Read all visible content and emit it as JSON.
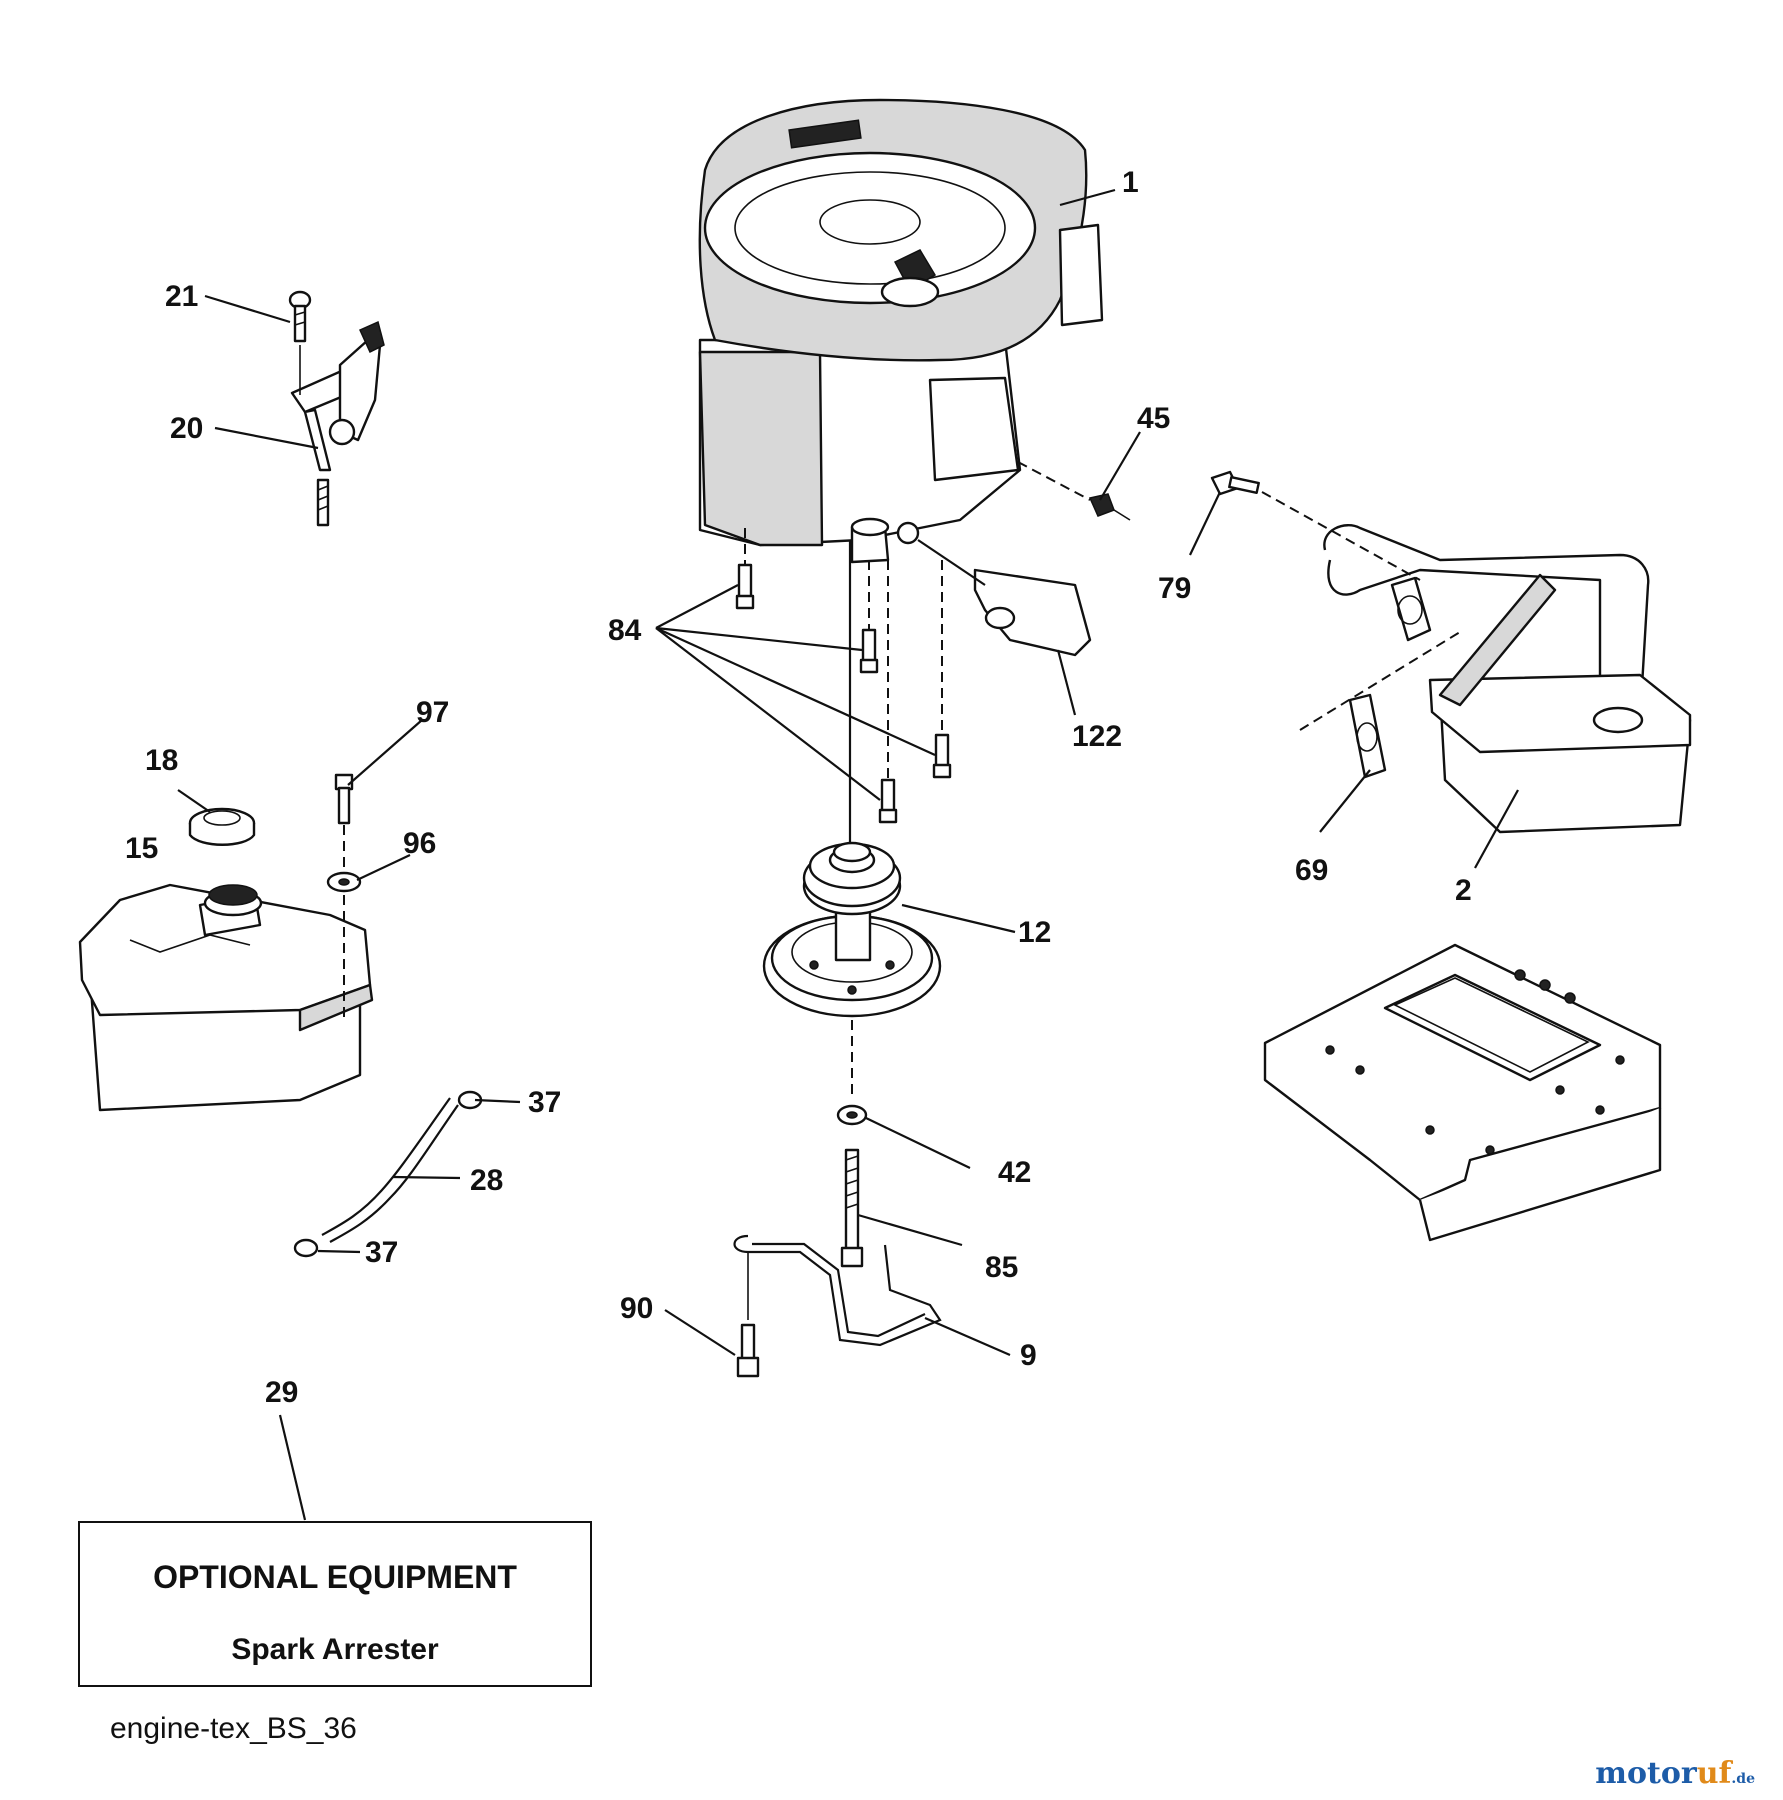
{
  "callouts": [
    {
      "id": "1",
      "text": "1"
    },
    {
      "id": "2",
      "text": "2"
    },
    {
      "id": "9",
      "text": "9"
    },
    {
      "id": "12",
      "text": "12"
    },
    {
      "id": "15",
      "text": "15"
    },
    {
      "id": "18",
      "text": "18"
    },
    {
      "id": "20",
      "text": "20"
    },
    {
      "id": "21",
      "text": "21"
    },
    {
      "id": "28",
      "text": "28"
    },
    {
      "id": "29",
      "text": "29"
    },
    {
      "id": "37a",
      "text": "37"
    },
    {
      "id": "37b",
      "text": "37"
    },
    {
      "id": "42",
      "text": "42"
    },
    {
      "id": "45",
      "text": "45"
    },
    {
      "id": "69",
      "text": "69"
    },
    {
      "id": "79",
      "text": "79"
    },
    {
      "id": "84",
      "text": "84"
    },
    {
      "id": "85",
      "text": "85"
    },
    {
      "id": "90",
      "text": "90"
    },
    {
      "id": "96",
      "text": "96"
    },
    {
      "id": "97",
      "text": "97"
    },
    {
      "id": "122",
      "text": "122"
    }
  ],
  "optional_box": {
    "title": "OPTIONAL EQUIPMENT",
    "subtitle": "Spark Arrester"
  },
  "figure_id": "engine-tex_BS_36",
  "watermark": {
    "part1": "motor",
    "part2": "uf",
    "part3": ".de",
    "color_blue": "#1d5ca8",
    "color_orange": "#e08a1a"
  }
}
